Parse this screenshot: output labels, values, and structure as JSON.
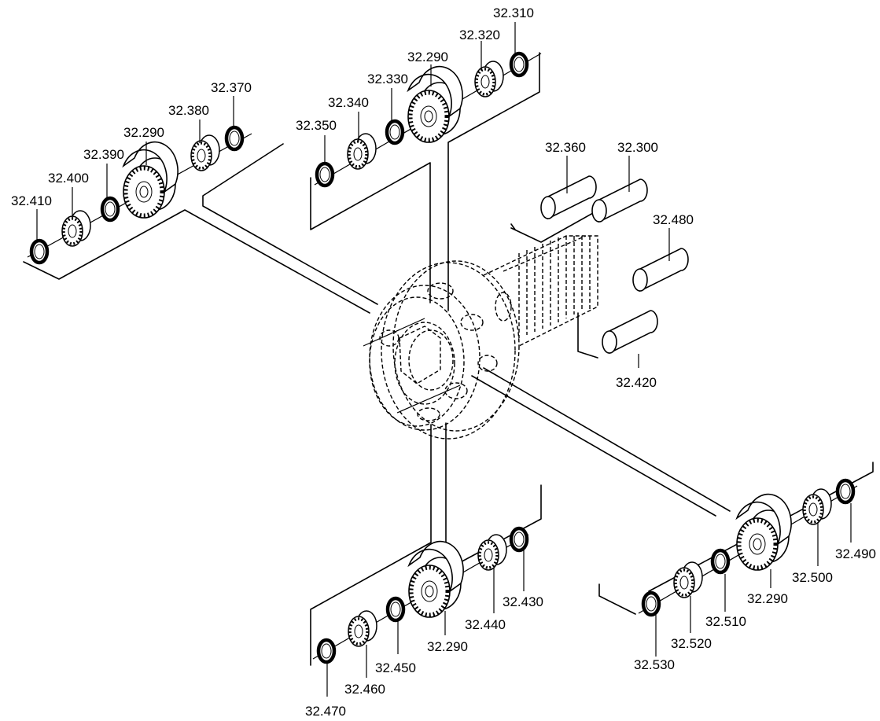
{
  "diagram": {
    "labels": {
      "p32_310": "32.310",
      "p32_320": "32.320",
      "p32_290_top": "32.290",
      "p32_330": "32.330",
      "p32_340": "32.340",
      "p32_350": "32.350",
      "p32_370": "32.370",
      "p32_380": "32.380",
      "p32_290_left": "32.290",
      "p32_390": "32.390",
      "p32_400": "32.400",
      "p32_410": "32.410",
      "p32_360": "32.360",
      "p32_300": "32.300",
      "p32_480": "32.480",
      "p32_420": "32.420",
      "p32_430": "32.430",
      "p32_440": "32.440",
      "p32_290_bottom": "32.290",
      "p32_450": "32.450",
      "p32_460": "32.460",
      "p32_470": "32.470",
      "p32_490": "32.490",
      "p32_500": "32.500",
      "p32_290_right": "32.290",
      "p32_510": "32.510",
      "p32_520": "32.520",
      "p32_530": "32.530"
    }
  }
}
